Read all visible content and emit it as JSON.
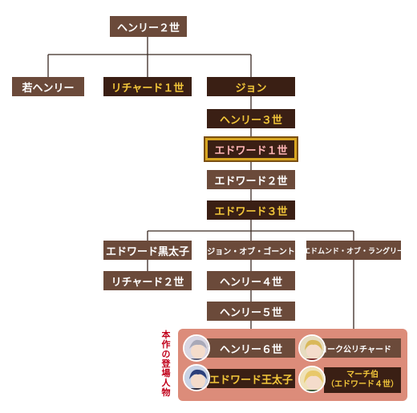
{
  "nodes": {
    "henry2": "ヘンリー２世",
    "young_henry": "若ヘンリー",
    "richard1": "リチャード１世",
    "john": "ジョン",
    "henry3": "ヘンリー３世",
    "edward1": "エドワード１世",
    "edward2": "エドワード２世",
    "edward3": "エドワード３世",
    "black_prince": "エドワード黒太子",
    "john_of_gaunt": "ジョン・オブ・ゴーント",
    "edmund_langley": "エドムンド・オブ・ラングリー",
    "richard2": "リチャード２世",
    "henry4": "ヘンリー４世",
    "henry5": "ヘンリー５世",
    "henry6": "ヘンリー６世",
    "edward_prince": "エドワード王太子",
    "duke_york": "ヨーク公リチャード",
    "earl_march_line1": "マーチ伯",
    "earl_march_line2": "（エドワード４世）"
  },
  "cast_label": "本作の登場人物",
  "colors": {
    "node_brown": "#6b4a3a",
    "node_dark": "#3a1f14",
    "text_yellow": "#f2c63a",
    "highlight_pink": "#ffb6b6",
    "cast_panel": "#dc8c7a",
    "cast_label": "#c0001a",
    "gold_border": "#d7a521"
  }
}
